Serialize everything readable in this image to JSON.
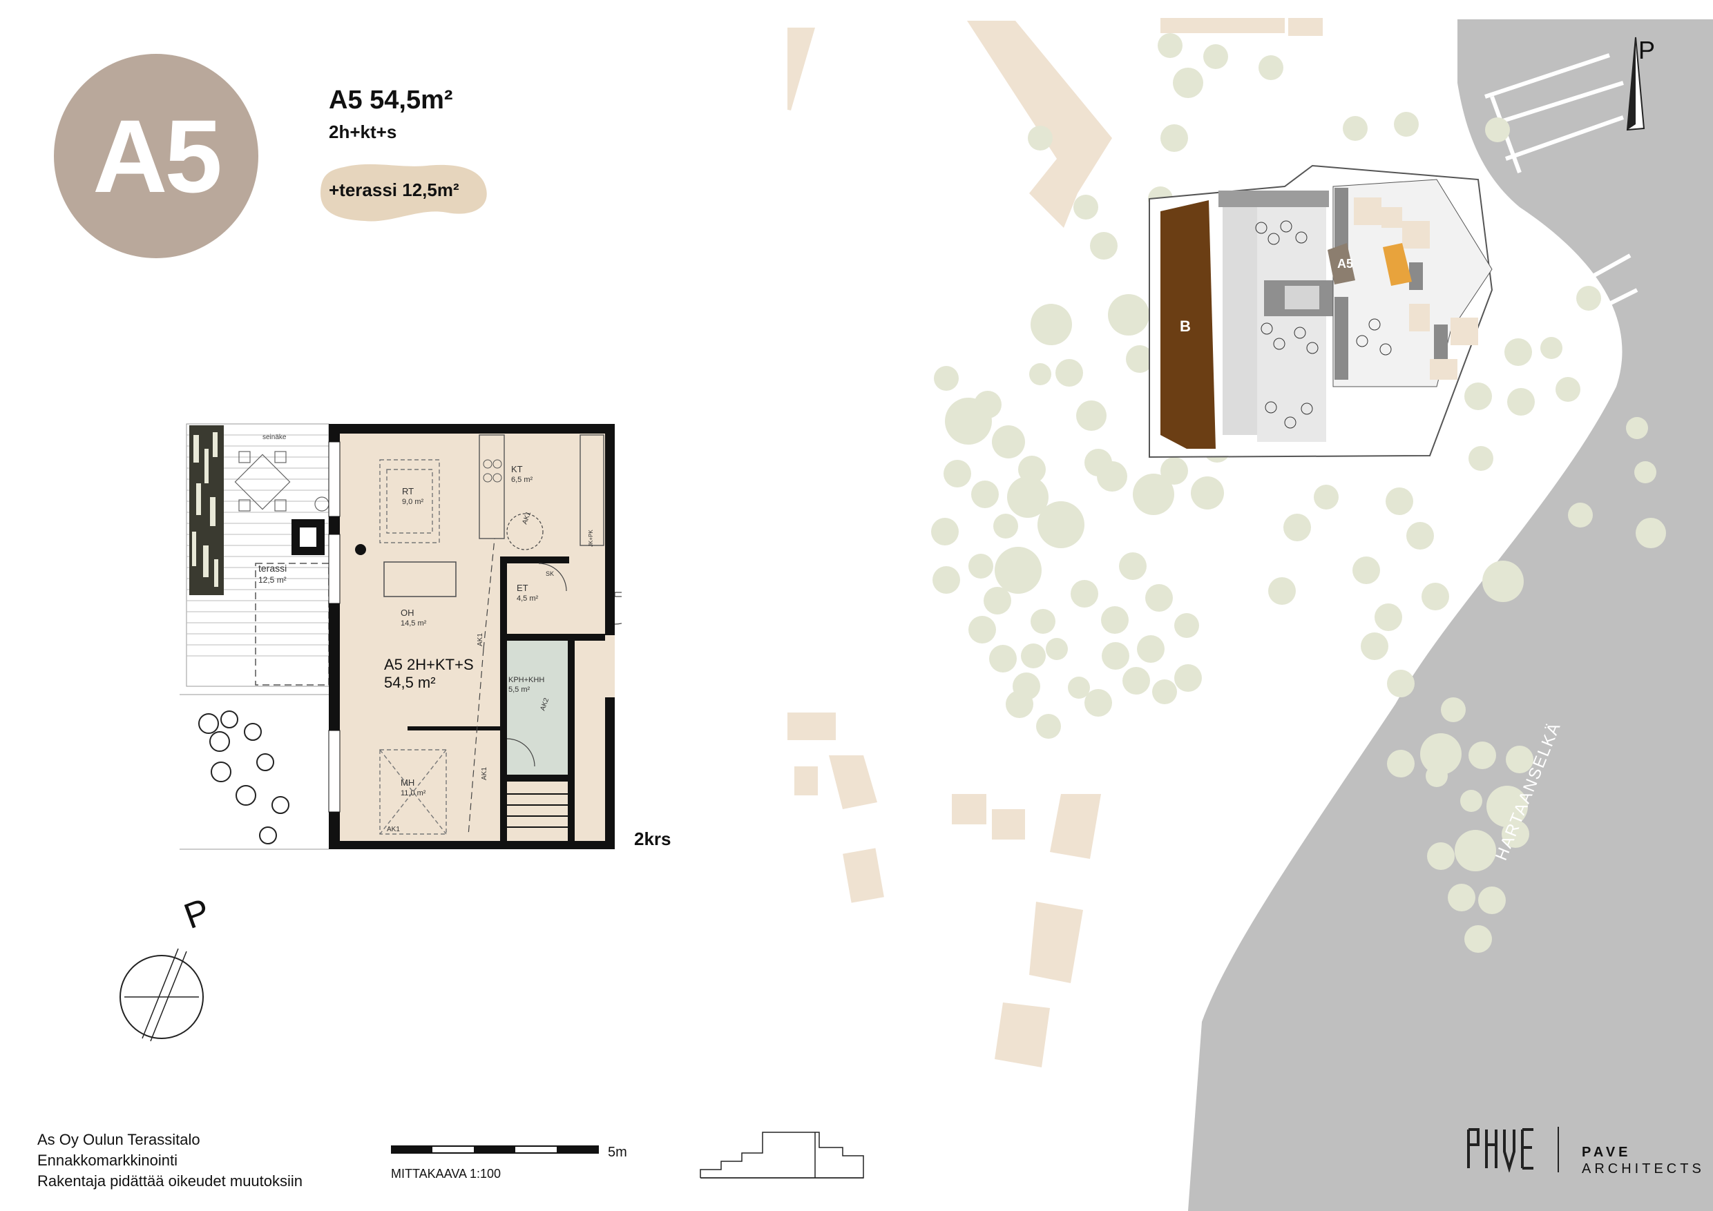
{
  "apartment": {
    "badge": "A5",
    "title": "A5 54,5m²",
    "subtitle": "2h+kt+s",
    "terrace_pill": "+terassi 12,5m²",
    "floor": "2krs"
  },
  "plan": {
    "unit_name": "A5 2H+KT+S",
    "unit_area": "54,5 m²",
    "wall_label": "seinäke",
    "rooms": [
      {
        "name": "RT",
        "area": "9,0 m²"
      },
      {
        "name": "KT",
        "area": "6,5 m²"
      },
      {
        "name": "OH",
        "area": "14,5 m²"
      },
      {
        "name": "ET",
        "area": "4,5 m²"
      },
      {
        "name": "KPH+KHH",
        "area": "5,5 m²"
      },
      {
        "name": "MH",
        "area": "11,0 m²"
      },
      {
        "name": "terassi",
        "area": "12,5 m²"
      }
    ],
    "fixtures": [
      "SK",
      "AK1",
      "AK1",
      "AK1",
      "AK1",
      "AK2",
      "JK+PK"
    ]
  },
  "site": {
    "north_label": "P",
    "building_label": "B",
    "unit_label": "A5",
    "lake_name": "HARTAANSELKÄ"
  },
  "compass": {
    "label": "P"
  },
  "scale": {
    "end_label": "5m",
    "caption": "MITTAKAAVA 1:100"
  },
  "footer": {
    "line1": "As Oy Oulun Terassitalo",
    "line2": "Ennakkomarkkinointi",
    "line3": "Rakentaja pidättää oikeudet muutoksiin"
  },
  "logo": {
    "word1": "PAVE",
    "word2": "ARCHITECTS"
  },
  "colors": {
    "badge": "#b9a89b",
    "pill": "#e6d5bd",
    "floor": "#efe2d1",
    "building": "#6b3e14",
    "water": "#bfbfbf",
    "trees": "#e3e6d3",
    "highlight": "#e8a33c"
  }
}
